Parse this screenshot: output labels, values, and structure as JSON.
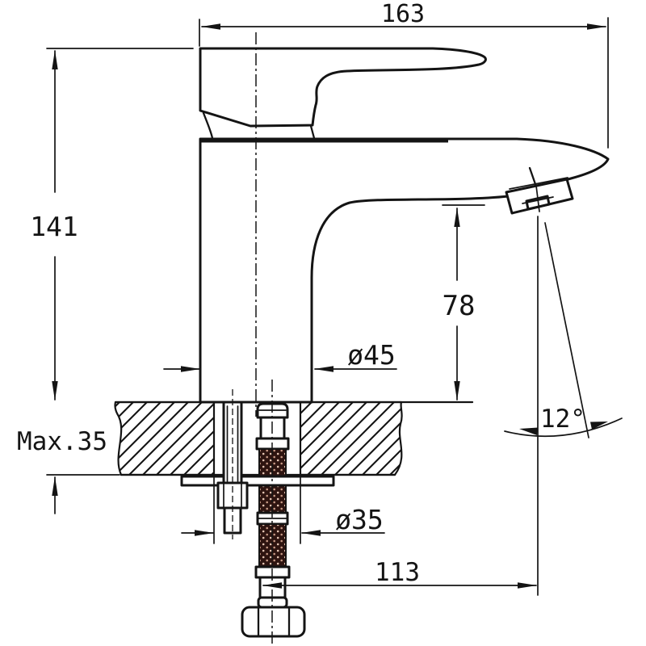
{
  "drawing": {
    "subject": "Single-lever basin mixer faucet, side elevation with deck-mount installation cross-section",
    "view": "side view, counter shown in hatched section, flexible supply hose and fixing stud below deck",
    "units": "mm",
    "background_color": "#ffffff",
    "line_color": "#141414",
    "hose_braid_color": "#2e1410",
    "hose_braid_dot_color": "#e6c6b4",
    "labels": {
      "overall_width": "163",
      "overall_height": "141",
      "outlet_height": "78",
      "body_diameter": "ø45",
      "max_counter_thickness": "Max.35",
      "outlet_angle": "12°",
      "mounting_hole_diameter": "ø35",
      "spout_reach": "113"
    }
  }
}
